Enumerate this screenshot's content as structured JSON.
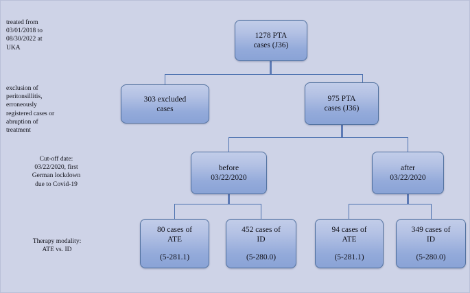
{
  "figure": {
    "type": "flowchart",
    "title": "PTA case selection flow diagram",
    "background_color": "#ced3e7",
    "node_border_color": "#51719f",
    "connector_color": "#4a6fae"
  },
  "stage_labels": {
    "treated": "treated from\n03/01/2018 to\n08/30/2022 at\nUKA",
    "exclusion": "exclusion of\nperitonsillitis,\nerroneously\nregistered cases or\nabruption of\ntreatment",
    "cutoff": "Cut-off date:\n03/22/2020, first\nGerman lockdown\ndue to Covid-19",
    "therapy": "Therapy modality:\nATE vs. ID"
  },
  "nodes": {
    "root": {
      "label": "1278 PTA\ncases (J36)",
      "count": 1278
    },
    "excluded": {
      "label": "303 excluded\ncases",
      "count": 303
    },
    "included": {
      "label": "975 PTA\ncases (J36)",
      "count": 975
    },
    "before": {
      "label": "before\n03/22/2020"
    },
    "after": {
      "label": "after\n03/22/2020"
    },
    "ate_before": {
      "label": "80 cases of\nATE",
      "code": "(5-281.1)",
      "count": 80
    },
    "id_before": {
      "label": "452 cases of\nID",
      "code": "(5-280.0)",
      "count": 452
    },
    "ate_after": {
      "label": "94 cases of\nATE",
      "code": "(5-281.1)",
      "count": 94
    },
    "id_after": {
      "label": "349 cases of\nID",
      "code": "(5-280.0)",
      "count": 349
    }
  }
}
